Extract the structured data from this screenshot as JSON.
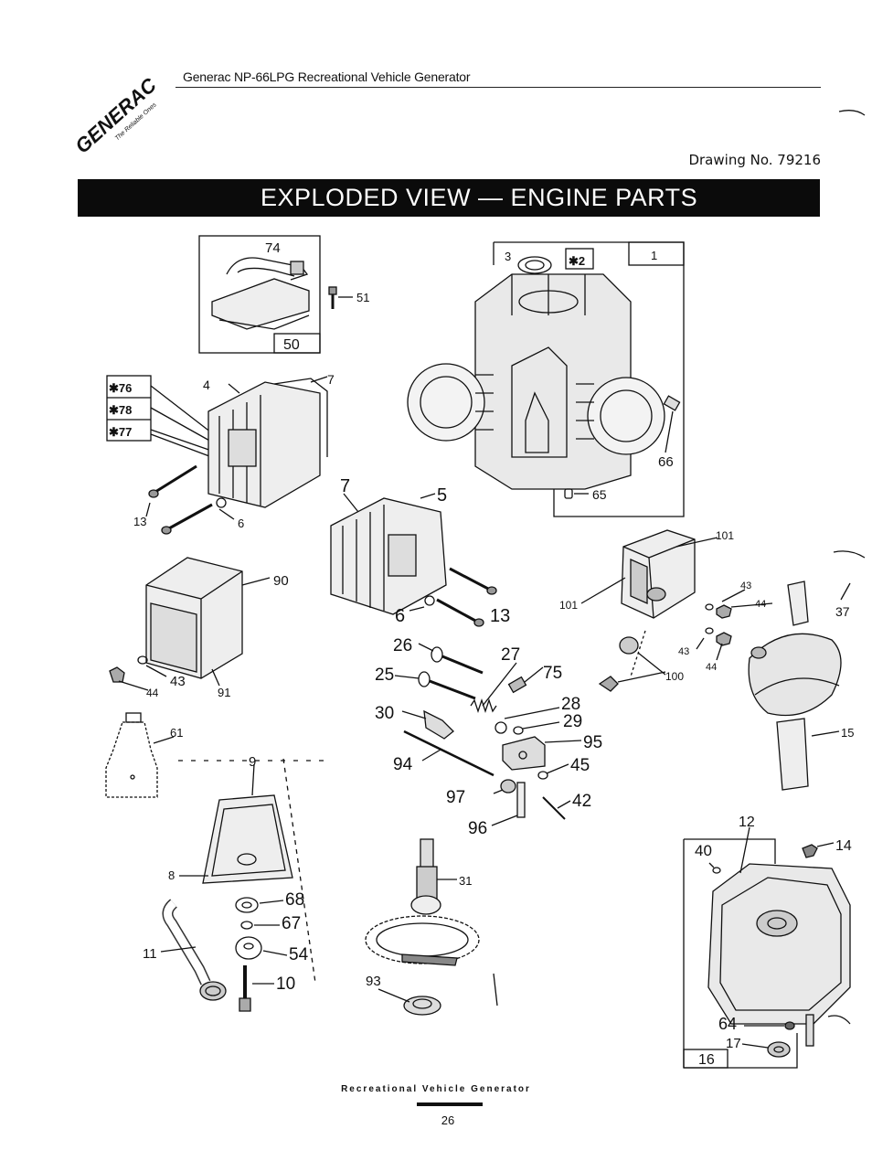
{
  "header": {
    "brand": "GENERAC",
    "tagline": "The Reliable Ones",
    "title": "Generac NP-66LPG Recreational Vehicle Generator",
    "drawing_number": "Drawing No. 79216"
  },
  "banner": {
    "title": "EXPLODED VIEW — ENGINE PARTS"
  },
  "callouts": {
    "c1": "1",
    "c2": "✱2",
    "c3": "3",
    "c4": "4",
    "c5": "5",
    "c6a": "6",
    "c6b": "6",
    "c7a": "7",
    "c7b": "7",
    "c8": "8",
    "c9": "9",
    "c10": "10",
    "c11": "11",
    "c12": "12",
    "c13a": "13",
    "c13b": "13",
    "c14": "14",
    "c15": "15",
    "c16": "16",
    "c17": "17",
    "c25": "25",
    "c26": "26",
    "c27": "27",
    "c28": "28",
    "c29": "29",
    "c30": "30",
    "c31": "31",
    "c37": "37",
    "c40": "40",
    "c42": "42",
    "c43a": "43",
    "c43b": "43",
    "c43c": "43",
    "c44a": "44",
    "c44b": "44",
    "c44c": "44",
    "c45": "45",
    "c50": "50",
    "c51": "51",
    "c54": "54",
    "c61": "61",
    "c64": "64",
    "c65": "65",
    "c66": "66",
    "c67": "67",
    "c68": "68",
    "c74": "74",
    "c75": "75",
    "c76": "✱76",
    "c77": "✱77",
    "c78": "✱78",
    "c90": "90",
    "c91": "91",
    "c93": "93",
    "c94": "94",
    "c95": "95",
    "c96": "96",
    "c97": "97",
    "c100": "100",
    "c101a": "101",
    "c101b": "101"
  },
  "footer": {
    "text": "Recreational Vehicle Generator",
    "page_number": "26"
  }
}
